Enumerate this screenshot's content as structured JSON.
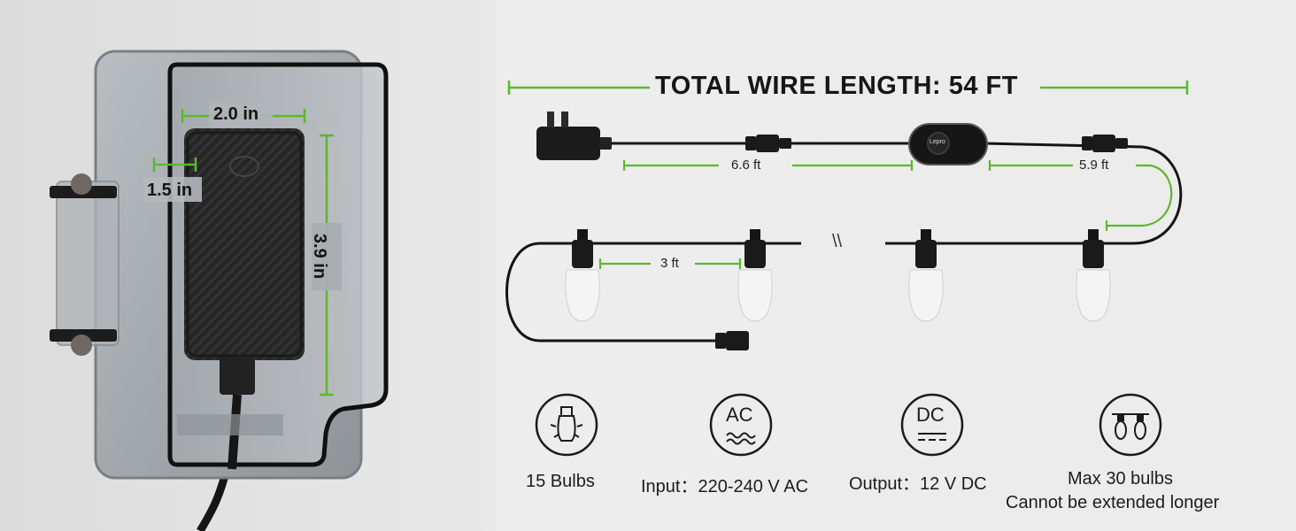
{
  "brand": "Lepro",
  "title": "TOTAL WIRE LENGTH: 54 FT",
  "enclosure_dims": {
    "width": "2.0 in",
    "depth": "1.5 in",
    "height": "3.9 in"
  },
  "segments": {
    "adapter_to_controller": "6.6 ft",
    "controller_to_first_bulb": "5.9 ft",
    "bulb_spacing": "3 ft"
  },
  "break_mark": "\\\\",
  "specs": [
    {
      "icon": "bulb-icon",
      "label": "15 Bulbs"
    },
    {
      "icon": "ac-icon",
      "icon_text": "AC",
      "label": "Input：220-240 V AC"
    },
    {
      "icon": "dc-icon",
      "icon_text": "DC",
      "label": "Output：12 V  DC"
    },
    {
      "icon": "string-lights-icon",
      "label": "Max 30 bulbs",
      "label2": "Cannot be extended longer"
    }
  ],
  "colors": {
    "accent_green": "#5cb82e",
    "wire": "#141414"
  }
}
